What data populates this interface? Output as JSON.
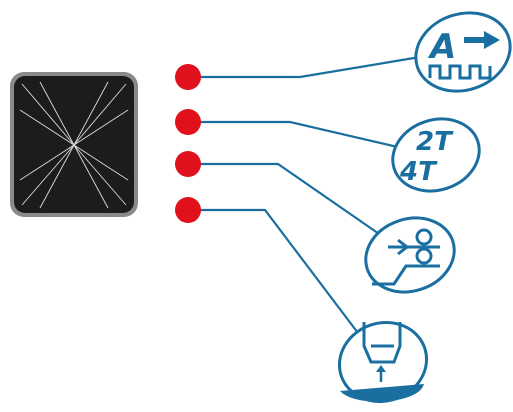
{
  "colors": {
    "line": "#1a6fa0",
    "indicator": "#e0101c",
    "symbol_fill": "#ffffff",
    "symbol_accent": "#1a6fa0",
    "device_body": "#1c1c1c",
    "device_bezel": "#8a8a8a",
    "device_lines": "#ffffff"
  },
  "device": {
    "icon": "panel-display-icon"
  },
  "indicators": [
    {
      "id": "arc-force",
      "symbol_icon": "arc-force-icon",
      "symbol_text": "A"
    },
    {
      "id": "trigger-mode",
      "symbol_icon": "trigger-2t-4t-icon",
      "symbol_text_top": "2T",
      "symbol_text_bottom": "4T"
    },
    {
      "id": "wire-inch",
      "symbol_icon": "wire-feed-icon"
    },
    {
      "id": "gas-test",
      "symbol_icon": "gas-nozzle-icon"
    }
  ]
}
